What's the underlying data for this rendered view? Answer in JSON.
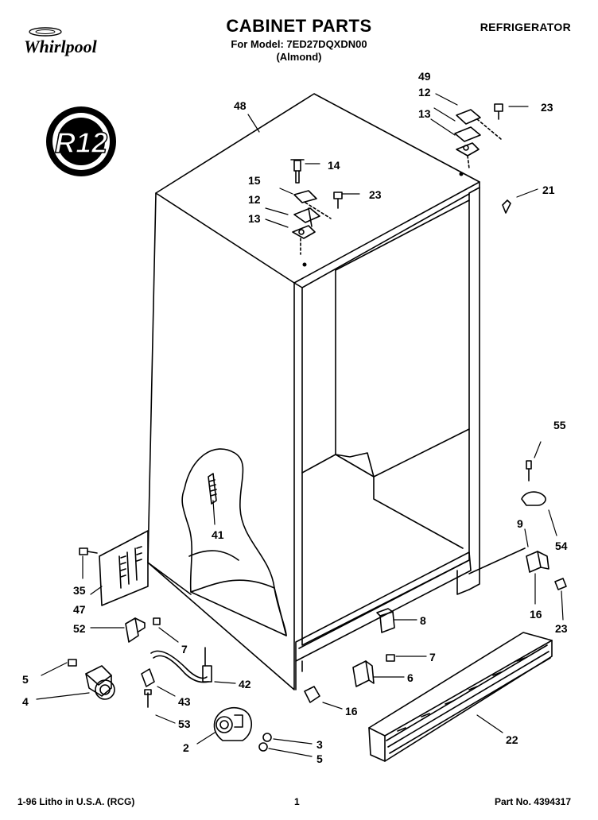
{
  "header": {
    "title": "CABINET PARTS",
    "model_line": "For Model: 7ED27DQXDN00",
    "color_line": "(Almond)",
    "appliance": "REFRIGERATOR",
    "brand": "Whirlpool",
    "badge": "R12"
  },
  "callouts": [
    "48",
    "49",
    "12",
    "13",
    "23",
    "14",
    "15",
    "12",
    "23",
    "13",
    "21",
    "41",
    "55",
    "9",
    "54",
    "35",
    "47",
    "52",
    "7",
    "8",
    "16",
    "23",
    "7",
    "5",
    "6",
    "4",
    "42",
    "43",
    "53",
    "16",
    "2",
    "3",
    "5",
    "22"
  ],
  "footer": {
    "left": "1-96 Litho in U.S.A. (RCG)",
    "center": "1",
    "right": "Part No. 4394317"
  },
  "icons": {
    "logo": "whirlpool-logo-icon",
    "badge": "r12-refrigerant-badge-icon"
  }
}
